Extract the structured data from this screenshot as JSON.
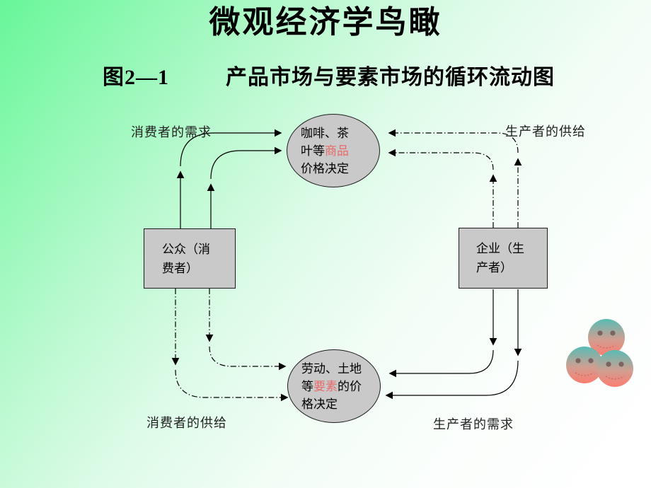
{
  "slide": {
    "title": "微观经济学鸟瞰",
    "figure": {
      "label": "图2—1",
      "caption": "产品市场与要素市场的循环流动图"
    }
  },
  "diagram": {
    "nodes": {
      "product_market": {
        "pre": "咖啡、茶叶等",
        "highlight": "商品",
        "post": "价格决定"
      },
      "consumers": {
        "label": "公众（消费者）"
      },
      "producers": {
        "label": "企业（生产者）"
      },
      "factor_market": {
        "pre": "劳动、土地等",
        "highlight": "要素",
        "post": "的价格决定"
      }
    },
    "flow_labels": {
      "consumer_demand": "消费者的需求",
      "producer_supply": "生产者的供给",
      "consumer_supply": "消费者的供给",
      "producer_demand": "生产者的需求"
    },
    "colors": {
      "node_fill": "#c9c9c9",
      "node_border": "#1c1c1c",
      "highlight_text": "#e96a6a",
      "arrow": "#000000",
      "background_green": "#68f698",
      "background_white": "#ffffff",
      "ball_top": "#58bcb4",
      "ball_bottom": "#fc7d70"
    }
  }
}
